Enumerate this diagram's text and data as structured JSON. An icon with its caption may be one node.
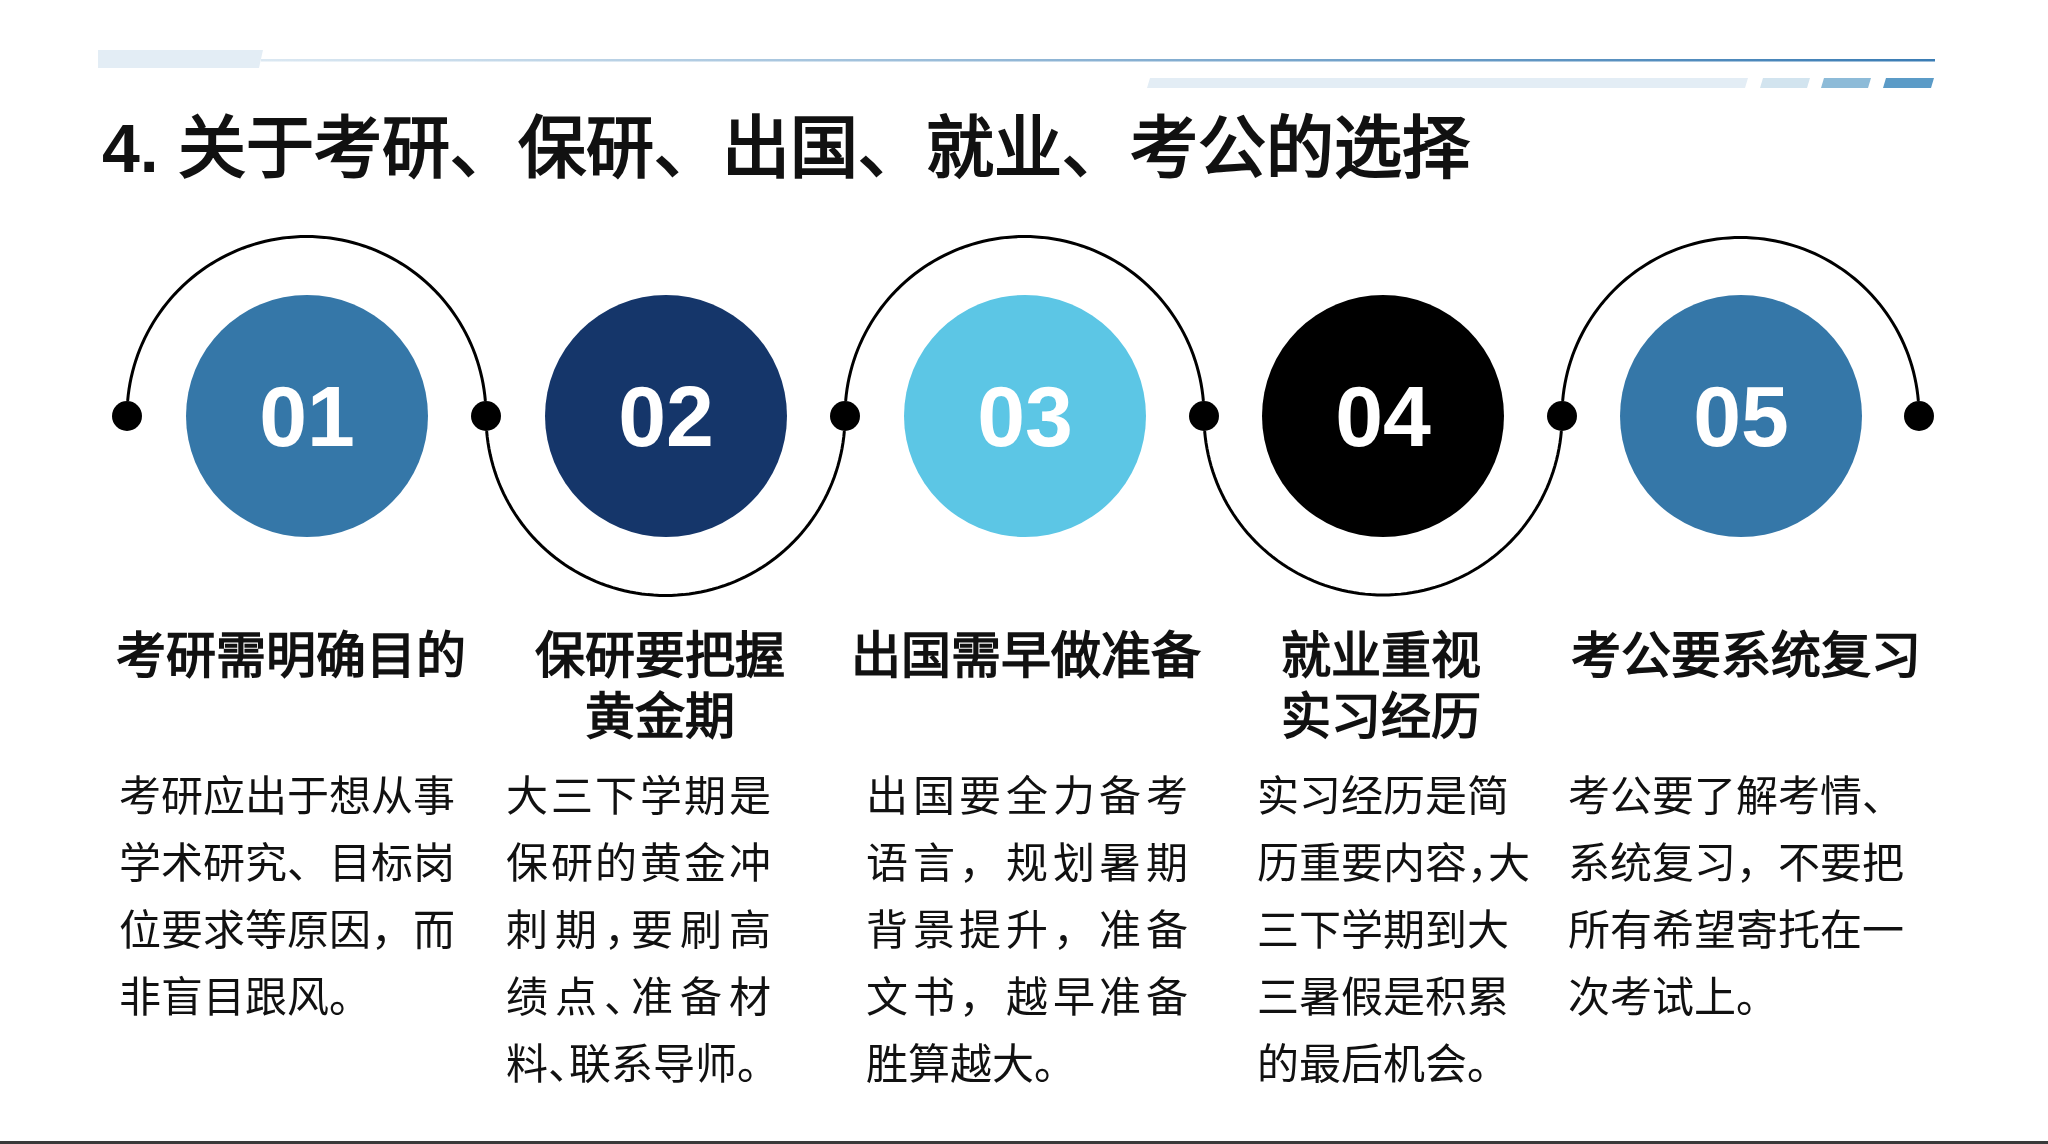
{
  "diagram": {
    "title": "4. 关于考研、保研、出国、就业、考公的选择",
    "nodes": [
      {
        "text": [],
        "shape": "circle"
      },
      {
        "text": [
          "01"
        ],
        "beside": [
          "考研需明确目的",
          "考研应出于想从事学术研究、目标岗位要求等原因，而非盲目跟风。"
        ]
      },
      {
        "text": [],
        "shape": "circle"
      },
      {
        "text": [
          "02"
        ],
        "beside": [
          "保研要把握黄金期",
          "大三下学期是保研的黄金冲刺期，要刷高绩点、准备材料、联系导师。"
        ]
      },
      {
        "text": [],
        "shape": "circle"
      },
      {
        "text": [
          "03"
        ],
        "beside": [
          "出国需早做准备",
          "出国要全力备考语言，规划暑期背景提升，准备文书，越早准备胜算越大。"
        ]
      },
      {
        "text": [],
        "shape": "circle"
      },
      {
        "text": [
          "04"
        ],
        "beside": [
          "就业重视实习经历",
          "实习经历是简历重要内容，大三下学期到大三暑假是积累的最后机会。"
        ]
      },
      {
        "text": [],
        "shape": "circle"
      },
      {
        "text": [
          "05"
        ],
        "beside": [
          "考公要系统复习",
          "考公要了解考情、系统复习，不要把所有希望寄托在一次考试上。"
        ]
      },
      {
        "text": [],
        "shape": "circle"
      }
    ],
    "edges": [
      {
        "from": 0,
        "to": 2,
        "arrow": "none"
      },
      {
        "from": 2,
        "to": 4,
        "arrow": "none"
      },
      {
        "from": 4,
        "to": 6,
        "arrow": "none"
      },
      {
        "from": 6,
        "to": 8,
        "arrow": "none"
      },
      {
        "from": 8,
        "to": 10,
        "arrow": "none"
      }
    ]
  }
}
